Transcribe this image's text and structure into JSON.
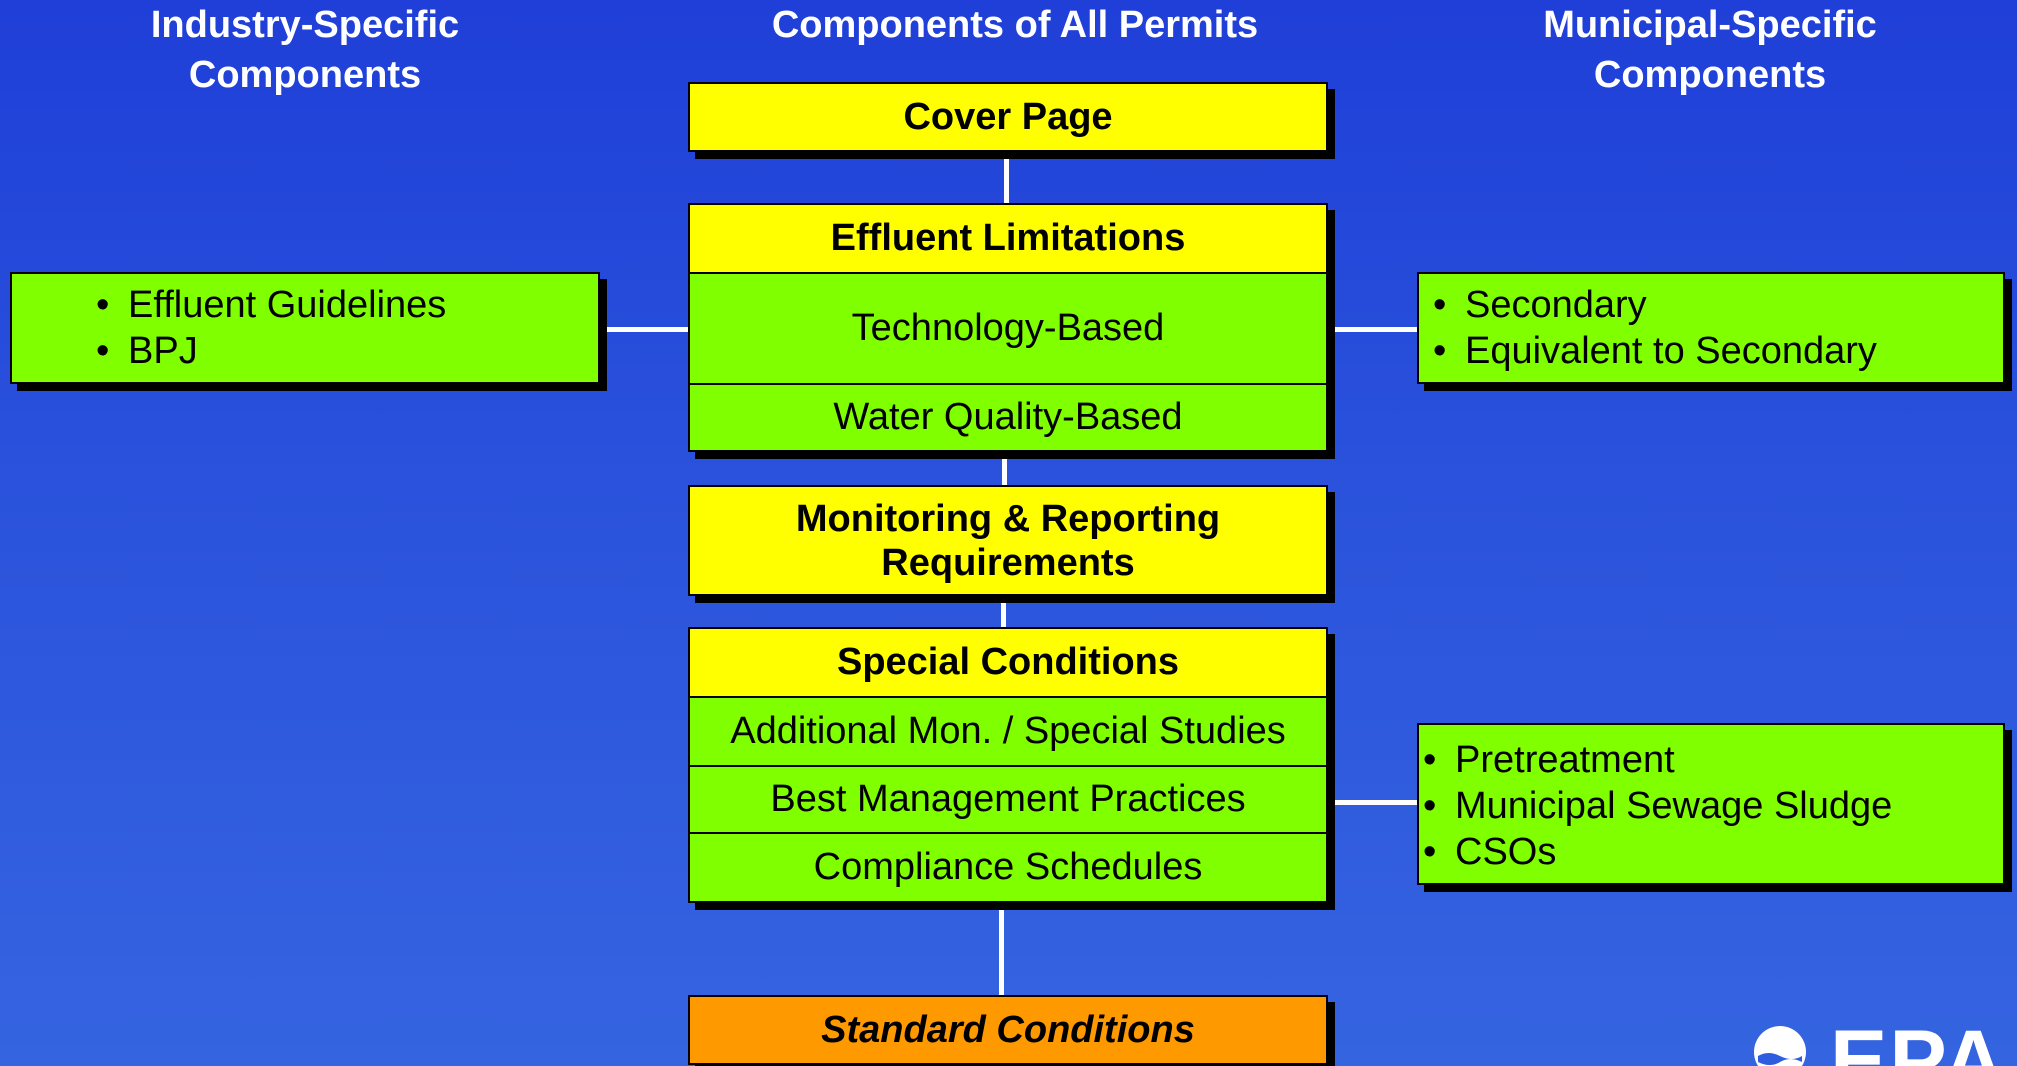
{
  "headers": {
    "industry": "Industry-Specific Components",
    "all": "Components of All Permits",
    "municipal": "Municipal-Specific Components"
  },
  "cover_page": "Cover Page",
  "effluent": {
    "title": "Effluent Limitations",
    "technology": "Technology-Based",
    "water_quality": "Water Quality-Based"
  },
  "monitoring": "Monitoring & Reporting Requirements",
  "special": {
    "title": "Special Conditions",
    "items": [
      "Additional Mon. / Special Studies",
      "Best Management Practices",
      "Compliance Schedules"
    ]
  },
  "standard": "Standard Conditions",
  "industry_items": [
    "Effluent Guidelines",
    "BPJ"
  ],
  "municipal_items": [
    "Secondary",
    "Equivalent to Secondary"
  ],
  "municipal_special_items": [
    "Pretreatment",
    "Municipal Sewage Sludge",
    "CSOs"
  ],
  "logo": "EPA",
  "colors": {
    "background": "#2a52dc",
    "yellow": "#ffff00",
    "green": "#80ff00",
    "orange": "#ff9900"
  }
}
